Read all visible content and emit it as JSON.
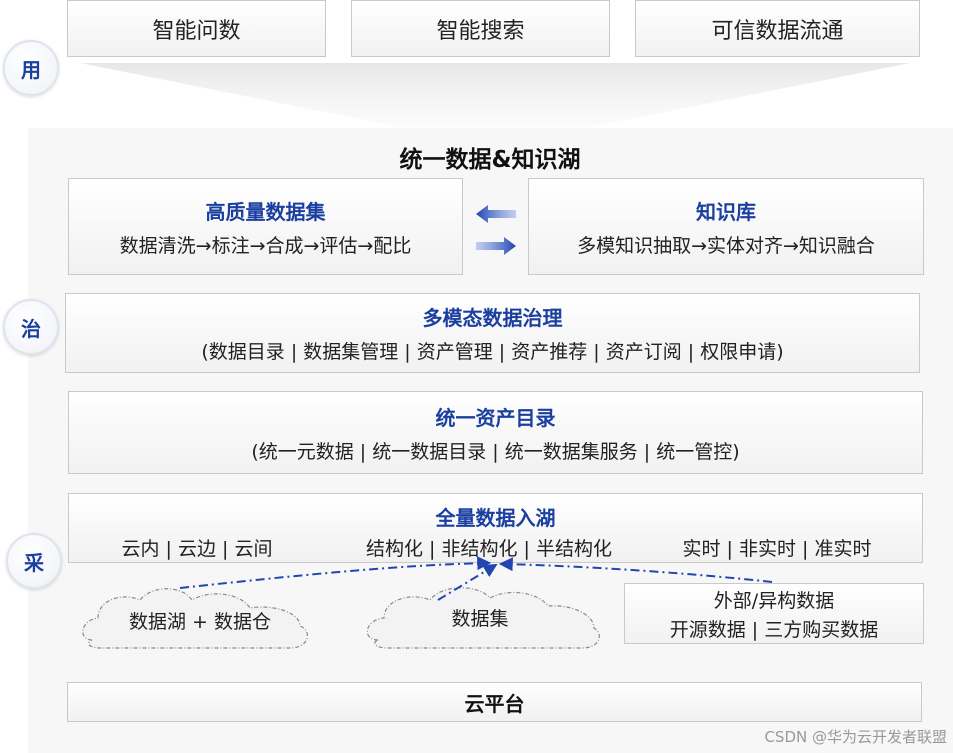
{
  "top": {
    "items": [
      "智能问数",
      "智能搜索",
      "可信数据流通"
    ]
  },
  "badges": {
    "use": "用",
    "govern": "治",
    "collect": "采"
  },
  "lake": {
    "title": "统一数据&知识湖"
  },
  "dataset": {
    "title": "高质量数据集",
    "flow": "数据清洗→标注→合成→评估→配比"
  },
  "knowledge": {
    "title": "知识库",
    "flow": "多模知识抽取→实体对齐→知识融合"
  },
  "governance": {
    "title": "多模态数据治理",
    "items": "(数据目录 | 数据集管理 | 资产管理 | 资产推荐 | 资产订阅 | 权限申请)"
  },
  "catalog": {
    "title": "统一资产目录",
    "items": "(统一元数据 | 统一数据目录 | 统一数据集服务 | 统一管控)"
  },
  "ingest": {
    "title": "全量数据入湖",
    "col1": "云内 | 云边 | 云间",
    "col2": "结构化 | 非结构化 | 半结构化",
    "col3": "实时 | 非实时 | 准实时"
  },
  "sources": {
    "cloud1": "数据湖 + 数据仓",
    "cloud2": "数据集",
    "box_line1": "外部/异构数据",
    "box_line2": "开源数据 | 三方购买数据"
  },
  "platform": {
    "title": "云平台"
  },
  "watermark": "CSDN @华为云开发者联盟",
  "colors": {
    "accent": "#1a3fa0",
    "arrow": "#2146b0"
  }
}
